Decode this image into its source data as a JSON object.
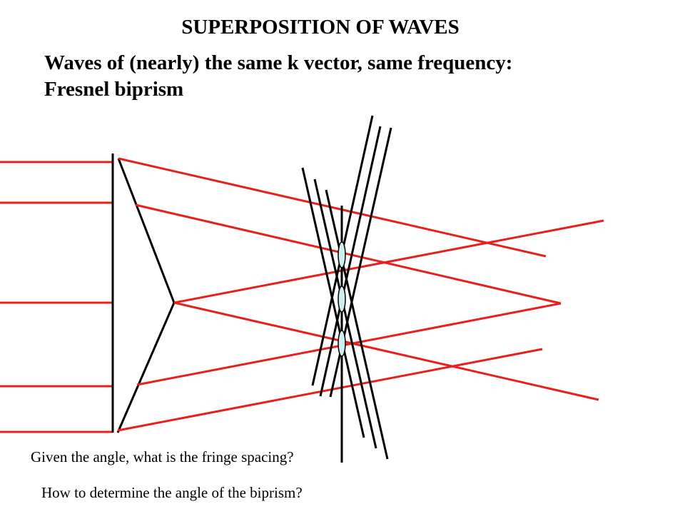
{
  "slide": {
    "title": "SUPERPOSITION OF WAVES",
    "subtitle_line1": "Waves of (nearly) the same k vector, same frequency:",
    "subtitle_line2": "Fresnel biprism",
    "question_fringe": "Given the angle, what is the fringe spacing?",
    "question_angle": "How to determine the angle of the biprism?"
  },
  "colors": {
    "ray": "#e8201c",
    "structure": "#000000",
    "fringe": "#cfeef0"
  }
}
